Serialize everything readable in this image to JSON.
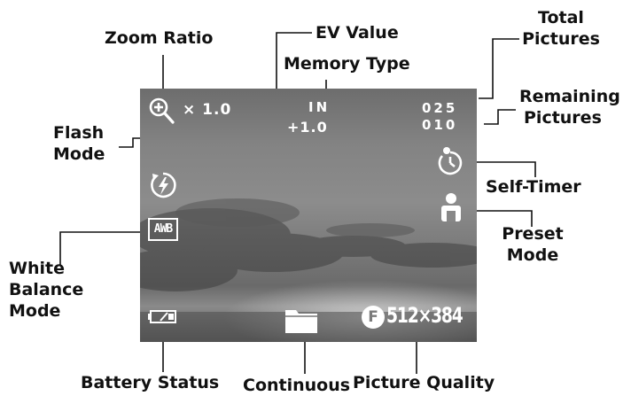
{
  "callouts": {
    "zoom_ratio": "Zoom Ratio",
    "ev_value": "EV Value",
    "memory_type": "Memory Type",
    "total_pictures": [
      "Total",
      "Pictures"
    ],
    "remaining_pictures": [
      "Remaining",
      "Pictures"
    ],
    "flash_mode": [
      "Flash",
      "Mode"
    ],
    "self_timer": "Self-Timer",
    "preset_mode": [
      "Preset",
      "Mode"
    ],
    "white_balance_mode": [
      "White",
      "Balance",
      "Mode"
    ],
    "battery_status": "Battery Status",
    "continuous": "Continuous",
    "picture_quality": "Picture Quality"
  },
  "screen": {
    "zoom": "× 1.0",
    "memory": "IN",
    "ev": "+1.0",
    "total_count": "025",
    "remaining_count": "010",
    "wb": "AWB",
    "quality_badge": "F",
    "resolution": "512×384"
  }
}
